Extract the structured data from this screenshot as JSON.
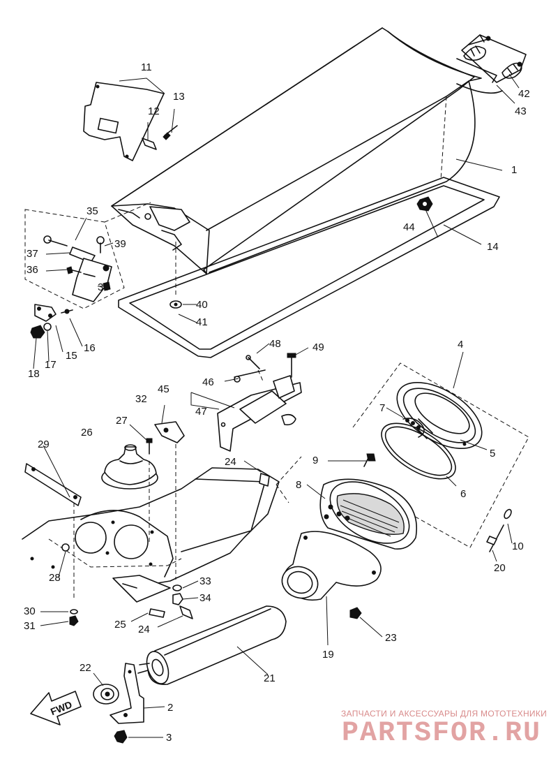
{
  "labels": {
    "p1": "1",
    "p2": "2",
    "p3": "3",
    "p4": "4",
    "p5": "5",
    "p6": "6",
    "p7": "7",
    "p8": "8",
    "p9": "9",
    "p10": "10",
    "p11": "11",
    "p12": "12",
    "p13": "13",
    "p14": "14",
    "p15": "15",
    "p16": "16",
    "p17": "17",
    "p18": "18",
    "p19": "19",
    "p20": "20",
    "p21": "21",
    "p22": "22",
    "p23": "23",
    "p24a": "24",
    "p24b": "24",
    "p25": "25",
    "p26": "26",
    "p27": "27",
    "p28": "28",
    "p29": "29",
    "p30": "30",
    "p31": "31",
    "p32": "32",
    "p33": "33",
    "p34": "34",
    "p35": "35",
    "p36": "36",
    "p37": "37",
    "p38": "38",
    "p39": "39",
    "p40": "40",
    "p41": "41",
    "p42": "42",
    "p43": "43",
    "p44": "44",
    "p45": "45",
    "p46": "46",
    "p47": "47",
    "p48": "48",
    "p49": "49"
  },
  "fwd_arrow": {
    "text": "FWD",
    "icon": "fwd-arrow-icon"
  },
  "watermark": {
    "tagline": "ЗАПЧАСТИ И АКСЕССУАРЫ ДЛЯ МОТОТЕХНИКИ",
    "brand": "PARTSFOR.RU",
    "color": "#e2a3a3"
  }
}
